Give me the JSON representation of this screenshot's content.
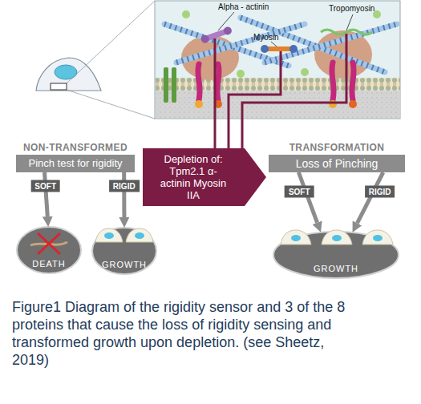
{
  "diagram": {
    "caption": "Figure1 Diagram of the rigidity sensor and 3 of the 8 proteins that cause the loss of rigidity sensing and transformed growth upon depletion. (see Sheetz, 2019)",
    "nodes": [
      {
        "text": [
          "NON-TRANSFORMED",
          "Pinch test for rigidity"
        ]
      },
      {
        "text": [
          "Depletion of: Tpm2.1 α-actinin Myosin IIA"
        ]
      },
      {
        "text": [
          "TRANSFORMATION",
          "Loss of Pinching"
        ]
      },
      {
        "text": [
          "DEATH"
        ]
      },
      {
        "text": [
          "GROWTH"
        ]
      },
      {
        "text": [
          "GROWTH"
        ]
      }
    ],
    "edges": [
      {
        "from": 0,
        "to": 3,
        "label": "SOFT",
        "arrow": "to"
      },
      {
        "from": 0,
        "to": 4,
        "label": "RIGID",
        "arrow": "to"
      },
      {
        "from": 2,
        "to": 5,
        "label": "SOFT",
        "arrow": "to"
      },
      {
        "from": 2,
        "to": 5,
        "label": "RIGID",
        "arrow": "to"
      }
    ],
    "labels": [
      "Alpha - actinin",
      "Tropomyosin",
      "Myosin"
    ]
  }
}
